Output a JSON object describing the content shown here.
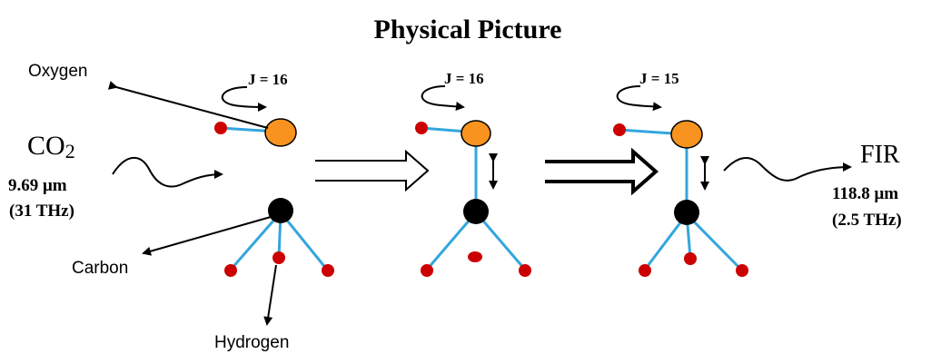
{
  "title": "Physical Picture",
  "labels": {
    "oxygen": "Oxygen",
    "carbon": "Carbon",
    "hydrogen": "Hydrogen"
  },
  "input": {
    "molecule": "CO",
    "subscript": "2",
    "wavelength": "9.69 μm",
    "frequency": "(31 THz)"
  },
  "output": {
    "name": "FIR",
    "wavelength": "118.8 μm",
    "frequency": "(2.5 THz)"
  },
  "states": [
    {
      "j_label": "J = 16"
    },
    {
      "j_label": "J = 16"
    },
    {
      "j_label": "J = 15"
    }
  ],
  "colors": {
    "oxygen": "#f7931e",
    "carbon": "#000000",
    "hydrogen": "#cc0000",
    "bond": "#33a6dd"
  }
}
